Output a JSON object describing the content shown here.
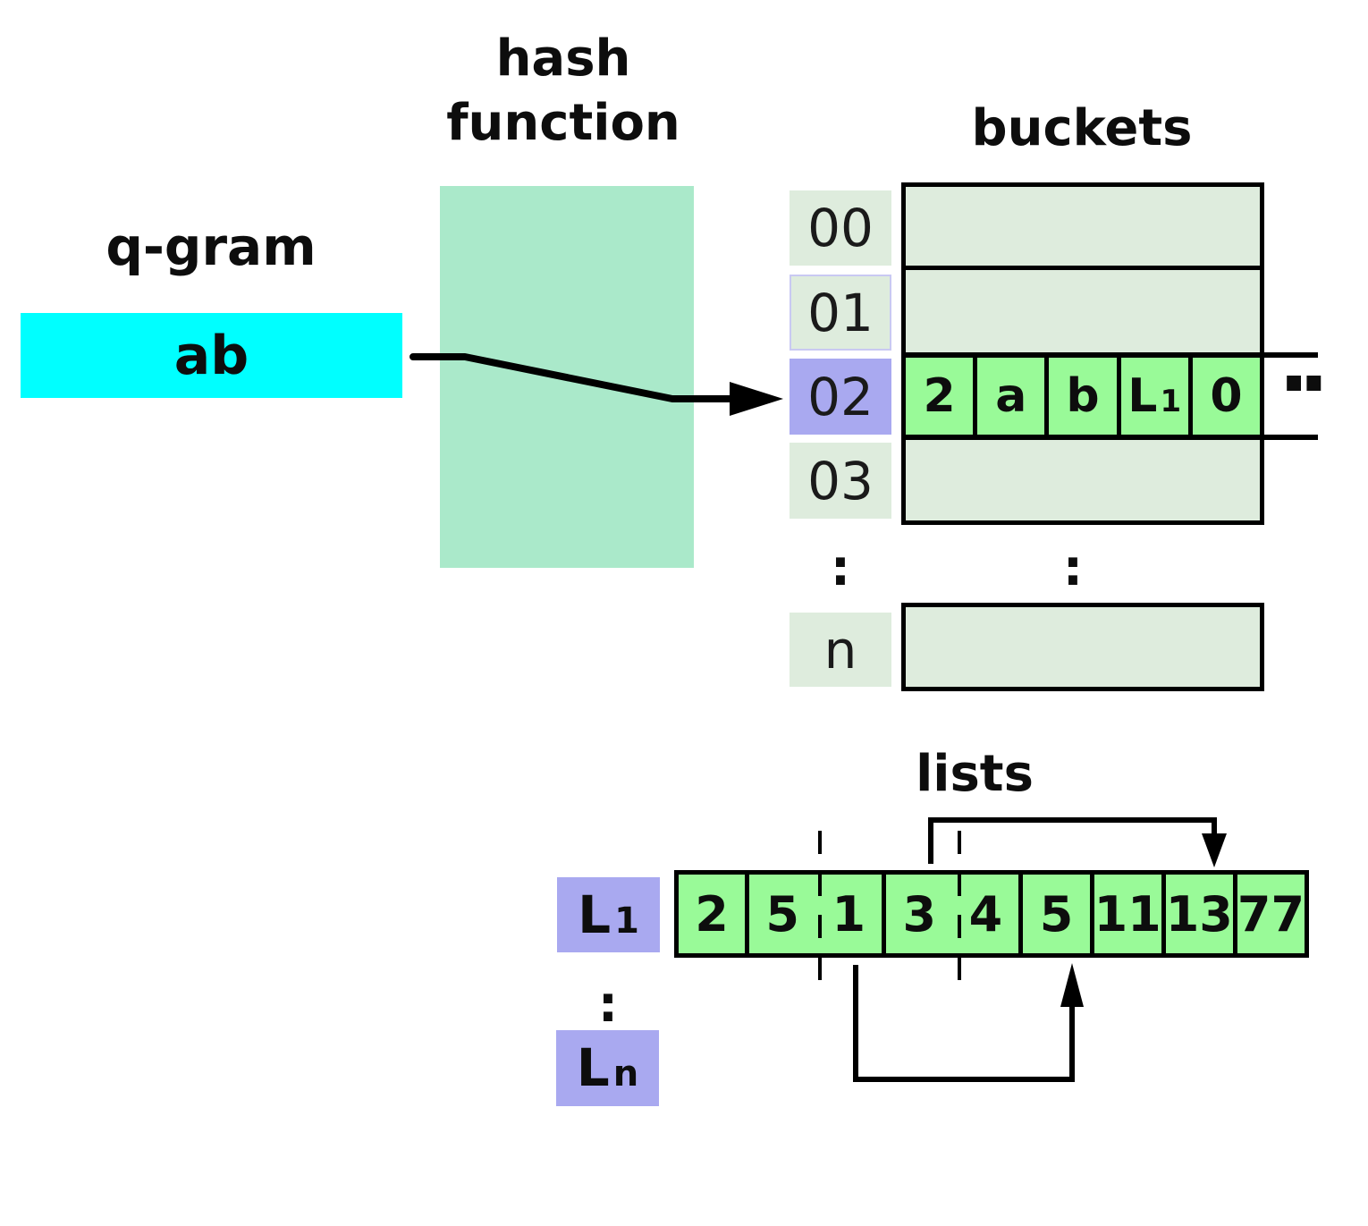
{
  "titles": {
    "hash_function": "hash function",
    "q_gram": "q-gram",
    "buckets": "buckets",
    "lists": "lists"
  },
  "qgram_box": {
    "value": "ab"
  },
  "bucket_index": {
    "items": [
      "00",
      "01",
      "02",
      "03"
    ],
    "selected": "02",
    "separator": ":",
    "last": "n"
  },
  "bucket_row_02": {
    "count_cell": "2",
    "char_cell_1": "a",
    "char_cell_2": "b",
    "list_ref_main": "L",
    "list_ref_sub": "1",
    "offset_cell": "0",
    "more_indicator": ".."
  },
  "lists_section": {
    "first_list_label": {
      "main": "L",
      "sub": "1"
    },
    "separator": ":",
    "last_list_label": {
      "main": "L",
      "sub": "n"
    },
    "values": [
      "2",
      "5",
      "1",
      "3",
      "4",
      "5",
      "11",
      "13",
      "77"
    ]
  },
  "colors": {
    "qgram_fill": "#00ffff",
    "hash_function_fill": "#aae9ca",
    "bucket_fill": "#deecdd",
    "highlight_green": "#99fa98",
    "selected_index_fill": "#a9a9f0"
  }
}
